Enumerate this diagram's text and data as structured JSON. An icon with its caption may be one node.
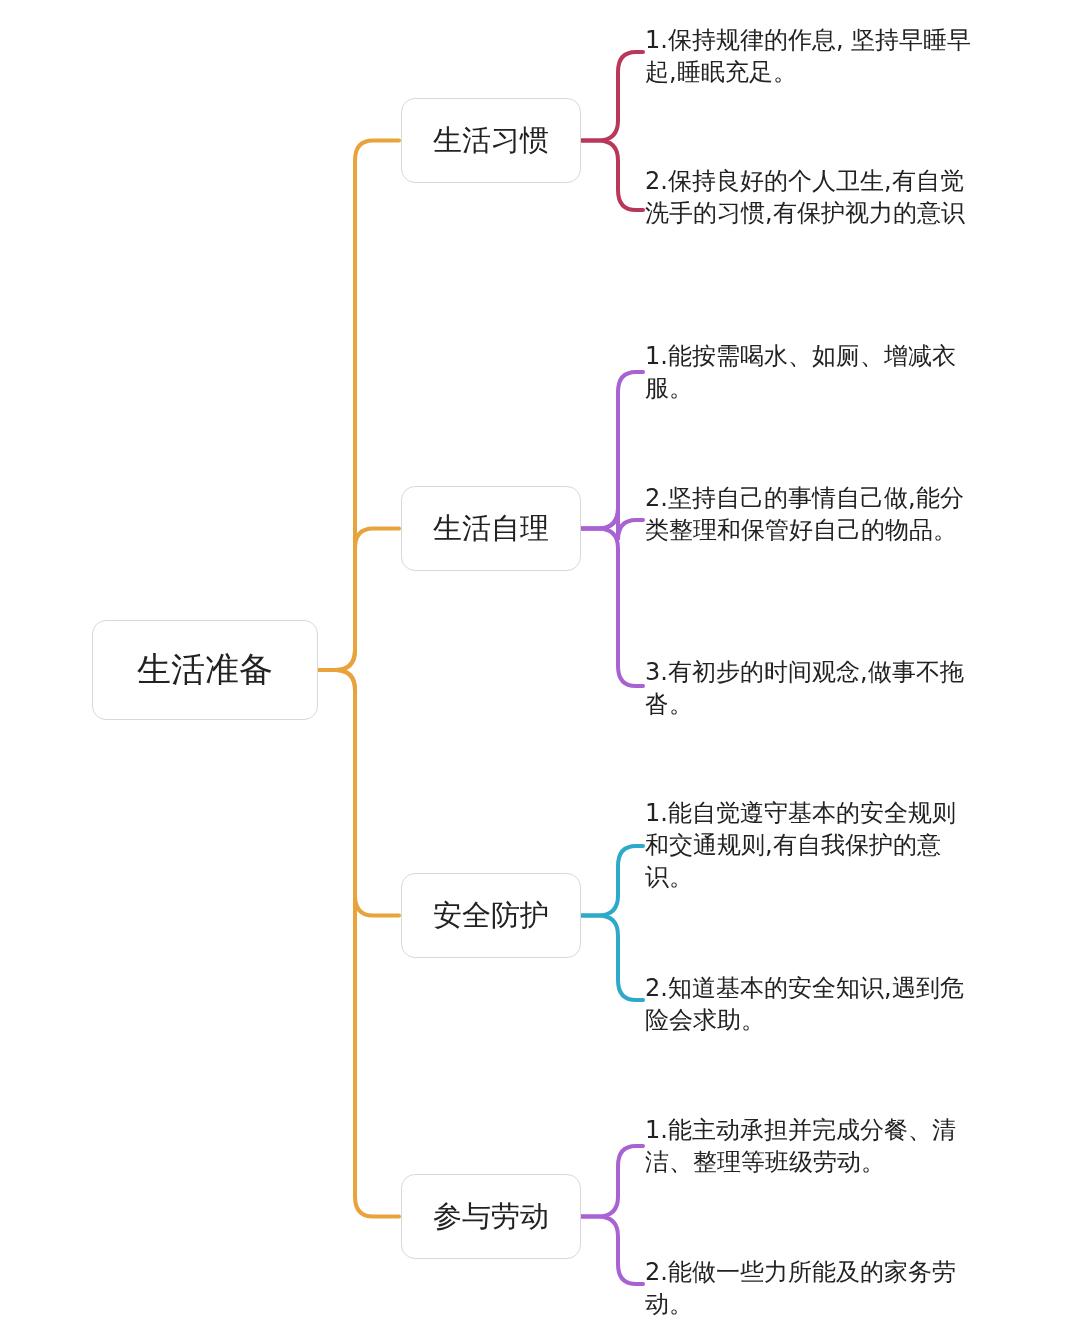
{
  "diagram": {
    "nodes": [
      {
        "text": [
          "生活准备"
        ]
      },
      {
        "text": [
          "生活习惯"
        ]
      },
      {
        "text": [
          "1.保持规律的作息, 坚持早睡早起,睡眠充足。"
        ]
      },
      {
        "text": [
          "2.保持良好的个人卫生,有自觉洗手的习惯,有保护视力的意识"
        ]
      },
      {
        "text": [
          "生活自理"
        ]
      },
      {
        "text": [
          "1.能按需喝水、如厕、增减衣服。"
        ]
      },
      {
        "text": [
          "2.坚持自己的事情自己做,能分类整理和保管好自己的物品。"
        ]
      },
      {
        "text": [
          "3.有初步的时间观念,做事不拖沓。"
        ]
      },
      {
        "text": [
          "安全防护"
        ]
      },
      {
        "text": [
          "1.能自觉遵守基本的安全规则和交通规则,有自我保护的意识。"
        ]
      },
      {
        "text": [
          "2.知道基本的安全知识,遇到危险会求助。"
        ]
      },
      {
        "text": [
          "参与劳动"
        ]
      },
      {
        "text": [
          "1.能主动承担并完成分餐、清洁、整理等班级劳动。"
        ]
      },
      {
        "text": [
          "2.能做一些力所能及的家务劳动。"
        ]
      }
    ],
    "edges": [
      {
        "from": 0,
        "to": 1,
        "arrow": "none",
        "color": "#e8a33c"
      },
      {
        "from": 0,
        "to": 4,
        "arrow": "none",
        "color": "#e8a33c"
      },
      {
        "from": 0,
        "to": 8,
        "arrow": "none",
        "color": "#e8a33c"
      },
      {
        "from": 0,
        "to": 11,
        "arrow": "none",
        "color": "#e8a33c"
      },
      {
        "from": 1,
        "to": 2,
        "arrow": "none",
        "color": "#b8385a"
      },
      {
        "from": 1,
        "to": 3,
        "arrow": "none",
        "color": "#b8385a"
      },
      {
        "from": 4,
        "to": 5,
        "arrow": "none"
      },
      {
        "from": 4,
        "to": 6,
        "arrow": "none"
      },
      {
        "from": 4,
        "to": 7,
        "arrow": "none"
      },
      {
        "from": 8,
        "to": 9,
        "arrow": "none",
        "color": "#2fa9c9"
      },
      {
        "from": 8,
        "to": 10,
        "arrow": "none",
        "color": "#2fa9c9"
      },
      {
        "from": 11,
        "to": 12,
        "arrow": "none"
      },
      {
        "from": 11,
        "to": 13,
        "arrow": "none"
      }
    ]
  }
}
